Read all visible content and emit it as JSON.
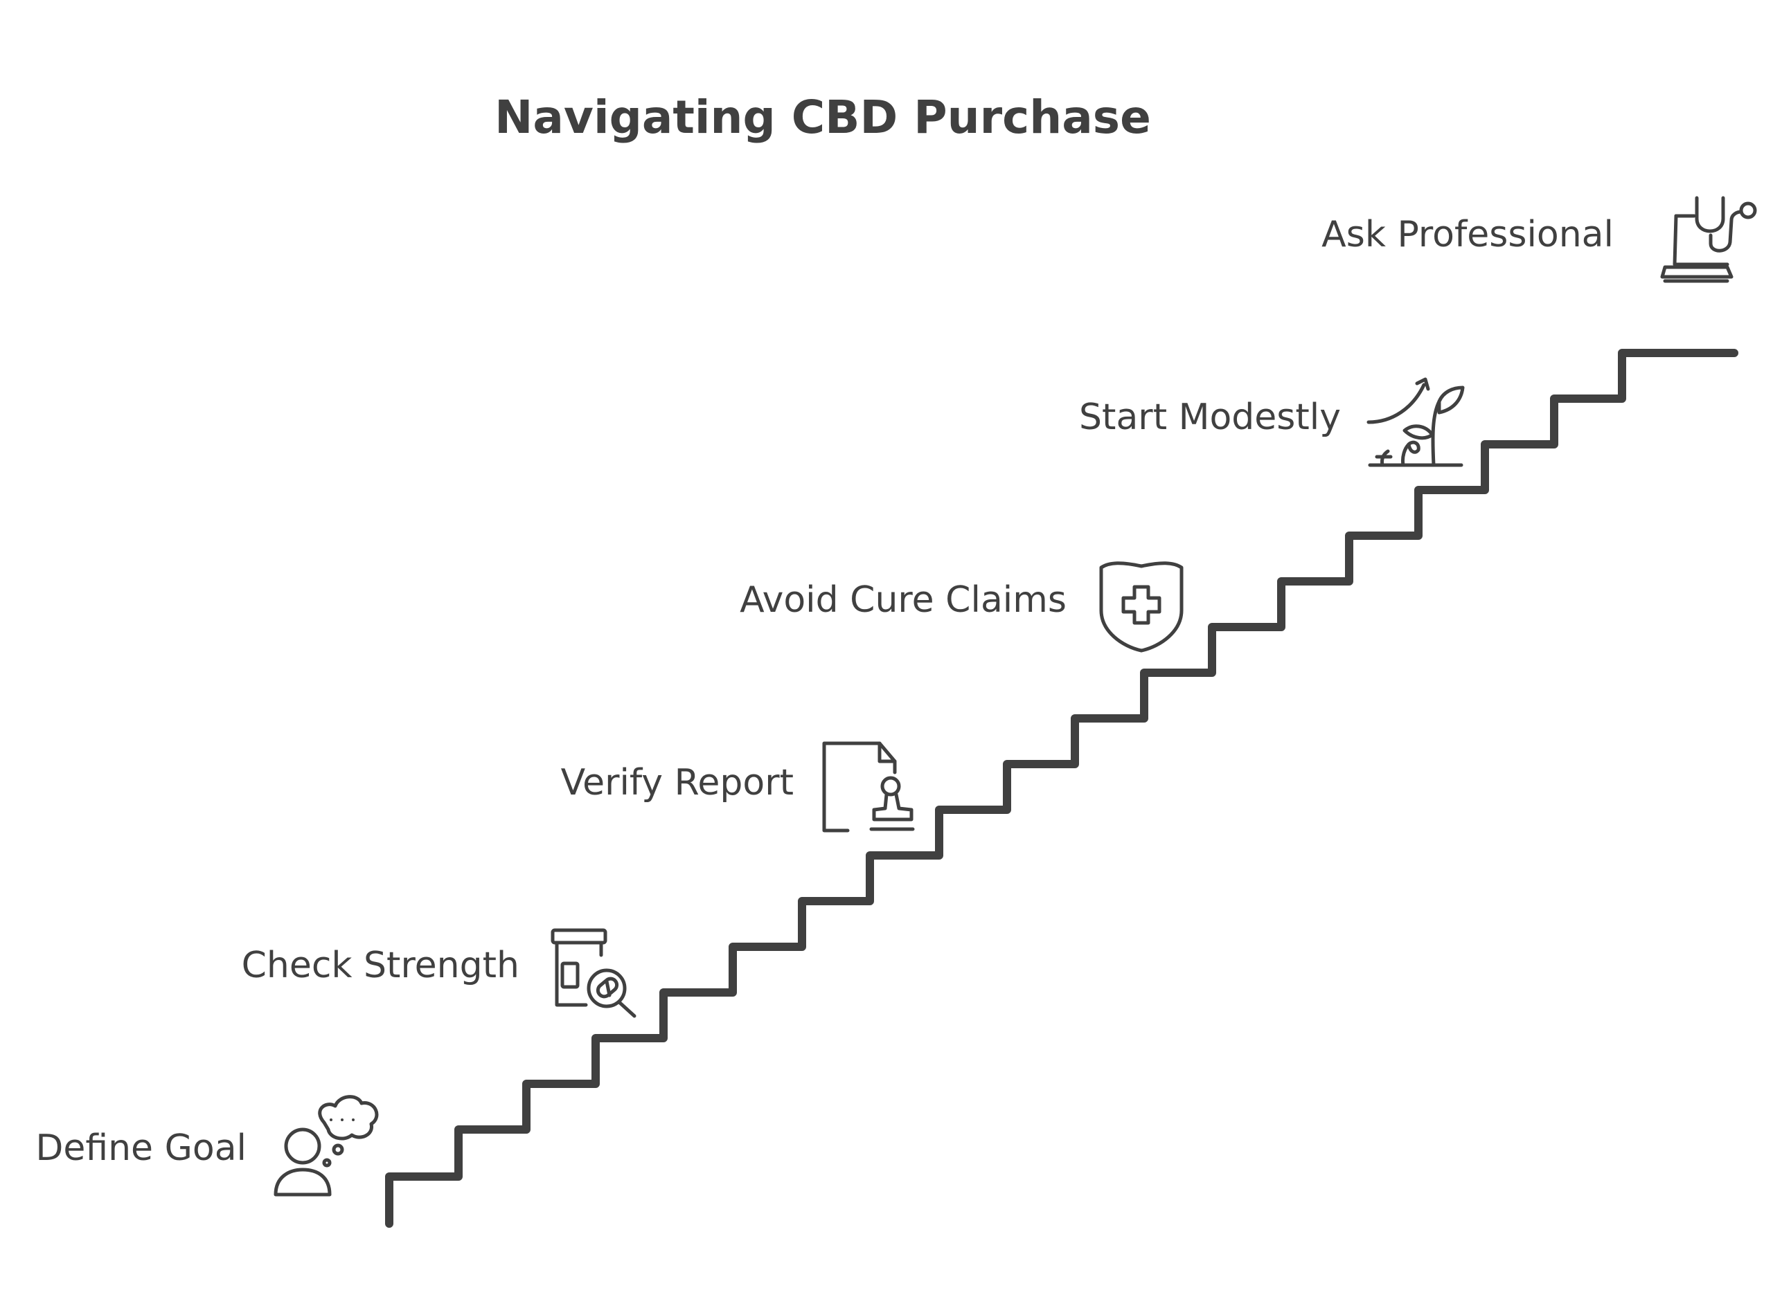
{
  "title": "Navigating CBD Purchase",
  "steps": [
    {
      "label": "Define Goal",
      "icon": "thinking-person-icon"
    },
    {
      "label": "Check Strength",
      "icon": "pill-bottle-magnifier-icon"
    },
    {
      "label": "Verify Report",
      "icon": "document-stamp-icon"
    },
    {
      "label": "Avoid Cure Claims",
      "icon": "shield-cross-icon"
    },
    {
      "label": "Start Modestly",
      "icon": "growing-plant-icon"
    },
    {
      "label": "Ask Professional",
      "icon": "stethoscope-laptop-icon"
    }
  ],
  "colors": {
    "ink": "#404040",
    "background": "#ffffff"
  }
}
